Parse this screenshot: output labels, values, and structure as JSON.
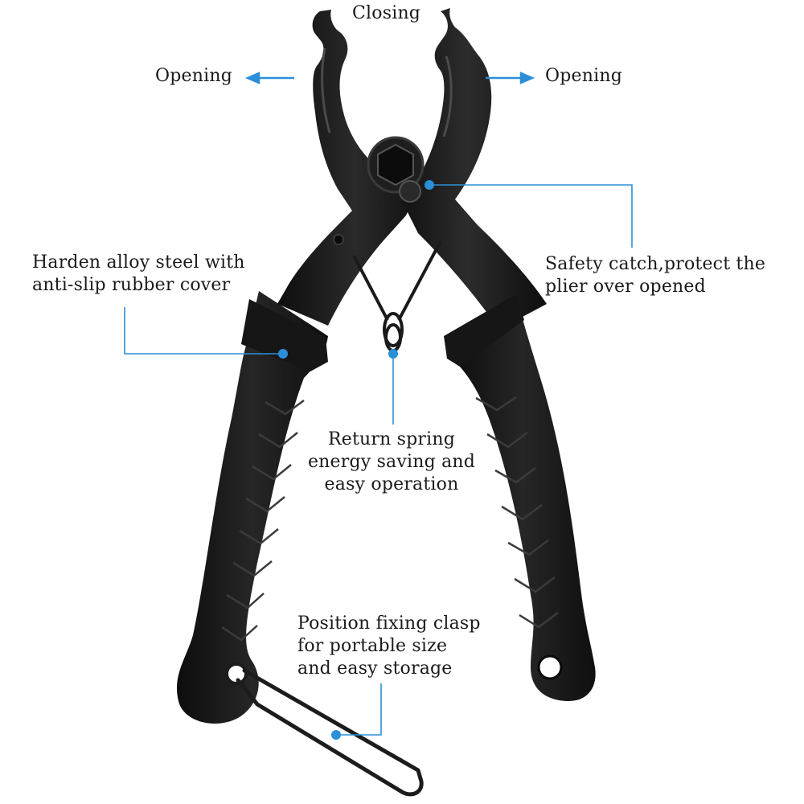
{
  "labels": {
    "closing": "Closing",
    "opening_left": "Opening",
    "opening_right": "Opening",
    "harden": [
      "Harden alloy steel with",
      "anti-slip rubber cover"
    ],
    "safety": [
      "Safety catch,protect the",
      "plier over opened"
    ],
    "spring": [
      "Return spring",
      "energy saving and",
      "easy operation"
    ],
    "clasp": [
      "Position fixing clasp",
      "for portable size",
      "and easy storage"
    ]
  },
  "colors": {
    "callout": "#2b8fd8",
    "tool_body": "#141414",
    "rubber": "#1c1c1c",
    "text": "#1a1a1a",
    "background": "#ffffff"
  },
  "icons": [
    "arrow-left-icon",
    "arrow-right-icon"
  ]
}
